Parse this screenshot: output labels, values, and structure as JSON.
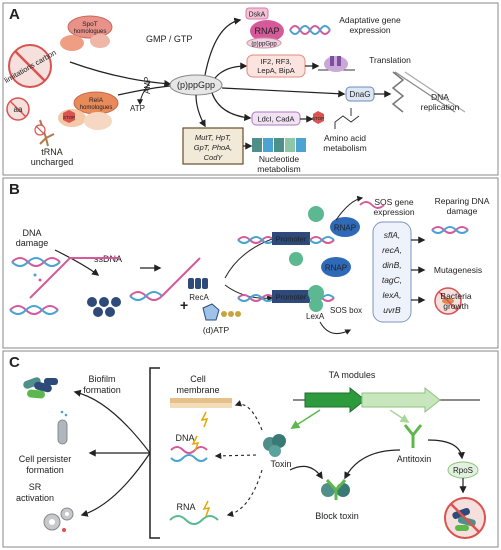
{
  "panels": {
    "a": {
      "label": "A",
      "spot_top": "SpoT",
      "spot_bottom": "homologues",
      "relA_top": "RelA",
      "relA_bottom": "homologues",
      "limitations_carbon": "limitations carbon",
      "aa": "aa",
      "stop1": "STOP",
      "trna_top": "tRNA",
      "trna_bottom": "uncharged",
      "gmp_gtp": "GMP / GTP",
      "amp": "AMP",
      "atp": "ATP",
      "ppgpp": "(p)ppGpp",
      "dksa": "DskA",
      "rnap": "RNAP",
      "ppgpp_small": "(p)ppGpp",
      "adaptative_top": "Adaptative gene",
      "adaptative_bottom": "expression",
      "if2_top": "IF2, RF3,",
      "if2_bottom": "LepA, BipA",
      "translation": "Translation",
      "dnag": "DnaG",
      "dna_rep_top": "DNA",
      "dna_rep_bottom": "replication",
      "ldci": "LdcI, CadA",
      "stop2": "STOP",
      "aa_top": "Amino acid",
      "aa_bottom": "metabolism",
      "mut_line1": "MutT, HpT,",
      "mut_line2": "GpT, PhoA,",
      "mut_line3": "CodY",
      "nuc_top": "Nucleotide",
      "nuc_bottom": "metabolism"
    },
    "b": {
      "label": "B",
      "dna_damage_top": "DNA",
      "dna_damage_bottom": "damage",
      "ssdna": "ssDNA",
      "reca": "RecA",
      "plus": "+",
      "datp": "(d)ATP",
      "promoter": "Promoter",
      "rnap": "RNAP",
      "lexa": "LexA",
      "sos_box": "SOS box",
      "sos_top": "SOS gene",
      "sos_bottom": "expression",
      "genes": [
        "sflA,",
        "recA,",
        "dinB,",
        "tagC,",
        "lexA,",
        "uvrB"
      ],
      "repair_top": "Reparing DNA",
      "repair_bottom": "damage",
      "mutagenesis": "Mutagenesis",
      "bacteria_top": "Bacteria",
      "bacteria_bottom": "growth"
    },
    "c": {
      "label": "C",
      "biofilm_top": "Biofilm",
      "biofilm_bottom": "formation",
      "persister_top": "Cell persister",
      "persister_bottom": "formation",
      "sr_top": "SR",
      "sr_bottom": "activation",
      "membrane_top": "Cell",
      "membrane_bottom": "membrane",
      "dna": "DNA",
      "rna": "RNA",
      "ta_modules": "TA modules",
      "toxin": "Toxin",
      "antitoxin": "Antitoxin",
      "block_toxin": "Block toxin",
      "rpos": "RpoS"
    }
  },
  "colors": {
    "panel_border": "#888888",
    "stop_red": "#d9534f",
    "salmon": "#e8928a",
    "teal": "#4f8f8a",
    "navy": "#2e4a7a",
    "green": "#5cb84a",
    "tan_box": "#f1ead9"
  }
}
